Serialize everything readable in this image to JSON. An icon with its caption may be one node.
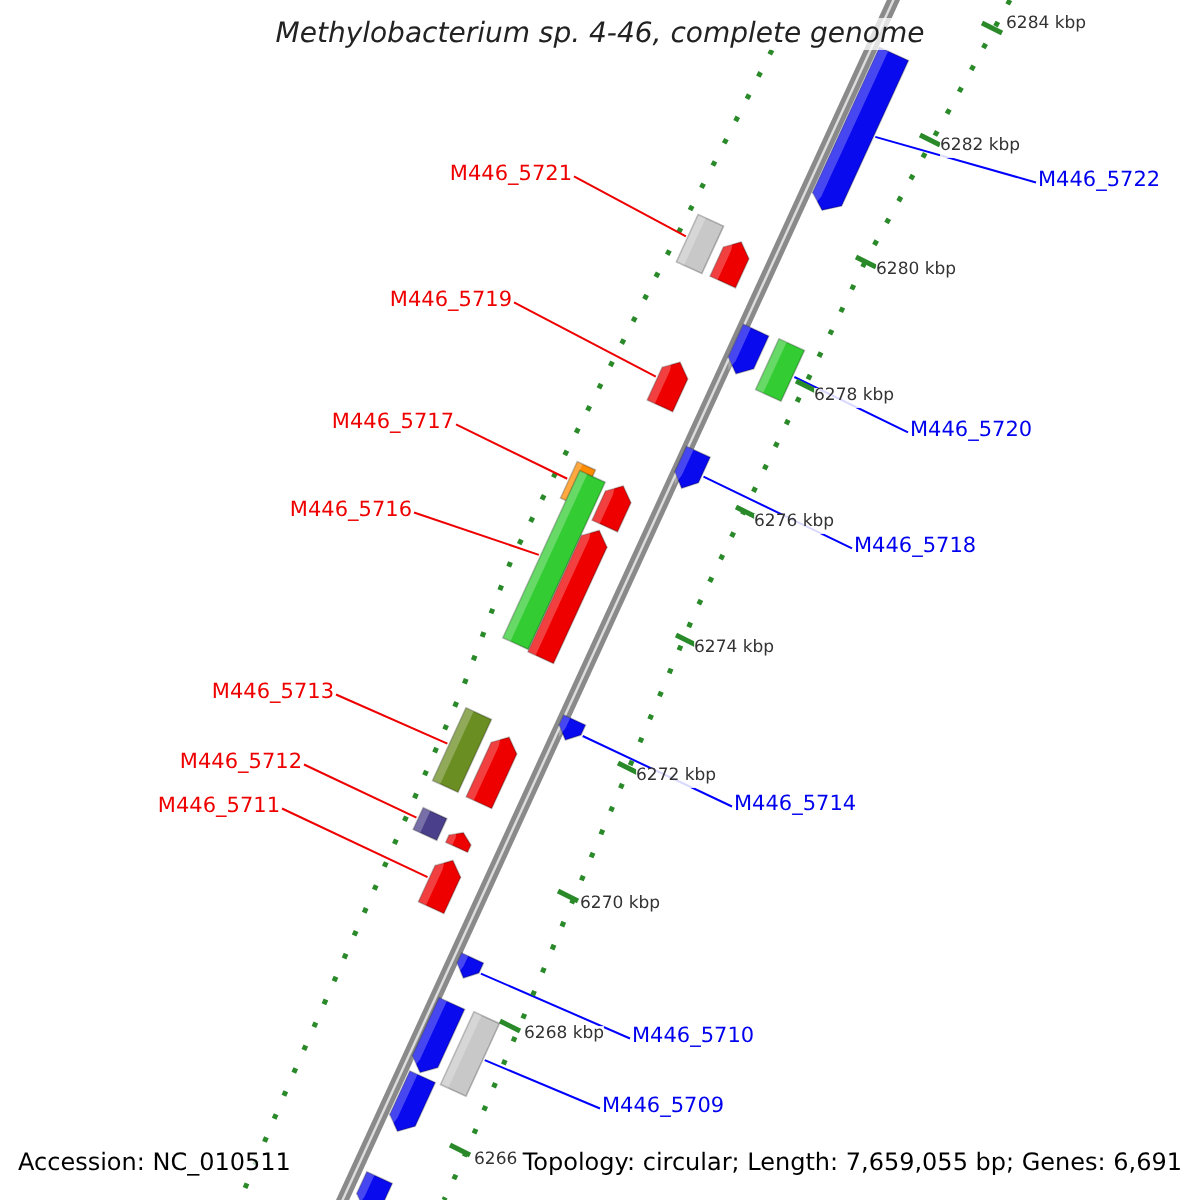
{
  "diagram": {
    "title": "Methylobacterium sp. 4-46, complete genome",
    "nodes": [
      {
        "text": [],
        "shape": "bar"
      },
      {
        "text": [
          "M446_5721"
        ]
      },
      {
        "text": [
          "M446_5722"
        ]
      },
      {
        "text": [],
        "shape": "bar"
      },
      {
        "text": [],
        "shape": "bar"
      },
      {
        "text": [
          "M446_5719"
        ]
      },
      {
        "text": [],
        "shape": "bar"
      },
      {
        "text": [],
        "shape": "bar"
      },
      {
        "text": [],
        "shape": "bar"
      },
      {
        "text": [
          "M446_5717"
        ]
      },
      {
        "text": [
          "M446_5720"
        ]
      },
      {
        "text": [],
        "shape": "bar"
      },
      {
        "text": [],
        "shape": "bar"
      },
      {
        "text": [
          "M446_5716"
        ]
      },
      {
        "text": [],
        "shape": "bar"
      },
      {
        "text": [
          "M446_5718"
        ]
      },
      {
        "text": [],
        "shape": "bar"
      },
      {
        "text": [],
        "shape": "bar"
      },
      {
        "text": [
          "M446_5713"
        ]
      },
      {
        "text": [],
        "shape": "bar"
      },
      {
        "text": [],
        "shape": "bar"
      },
      {
        "text": [
          "M446_5712"
        ]
      },
      {
        "text": [],
        "shape": "bar"
      },
      {
        "text": [
          "M446_5714"
        ]
      },
      {
        "text": [
          "M446_5711"
        ]
      },
      {
        "text": [],
        "shape": "bar"
      },
      {
        "text": [],
        "shape": "bar"
      },
      {
        "text": [],
        "shape": "bar"
      },
      {
        "text": [],
        "shape": "bar"
      },
      {
        "text": [
          "M446_5710"
        ]
      },
      {
        "text": [],
        "shape": "bar"
      },
      {
        "text": [],
        "shape": "bar"
      },
      {
        "text": [
          "M446_5709"
        ]
      },
      {
        "text": [],
        "shape": "bar"
      },
      {
        "text": [],
        "shape": "bar"
      }
    ],
    "edges": [
      {
        "from": 1,
        "to": 3,
        "arrow": "none"
      },
      {
        "from": 2,
        "to": 0,
        "arrow": "none",
        "color": "#0000ff"
      },
      {
        "from": 5,
        "to": 8,
        "arrow": "none"
      },
      {
        "from": 10,
        "to": 7,
        "arrow": "none",
        "color": "#0000ff"
      },
      {
        "from": 9,
        "to": 12,
        "arrow": "none"
      },
      {
        "from": 15,
        "to": 11,
        "arrow": "none",
        "color": "#0000ff"
      },
      {
        "from": 13,
        "to": 16,
        "arrow": "none"
      },
      {
        "from": 18,
        "to": 20,
        "arrow": "none"
      },
      {
        "from": 23,
        "to": 19,
        "arrow": "none",
        "color": "#0000ff"
      },
      {
        "from": 21,
        "to": 25,
        "arrow": "none"
      },
      {
        "from": 24,
        "to": 27,
        "arrow": "none"
      },
      {
        "from": 29,
        "to": 28,
        "arrow": "none",
        "color": "#0000ff"
      },
      {
        "from": 32,
        "to": 31,
        "arrow": "none",
        "color": "#0000ff"
      }
    ],
    "labels": [
      "6284 kbp",
      "6282 kbp",
      "6280 kbp",
      "6278 kbp",
      "6276 kbp",
      "6274 kbp",
      "6272 kbp",
      "6270 kbp",
      "6268 kbp",
      "6266",
      "Accession: NC_010511",
      "Topology: circular; Length: 7,659,055 bp; Genes: 6,691"
    ]
  }
}
